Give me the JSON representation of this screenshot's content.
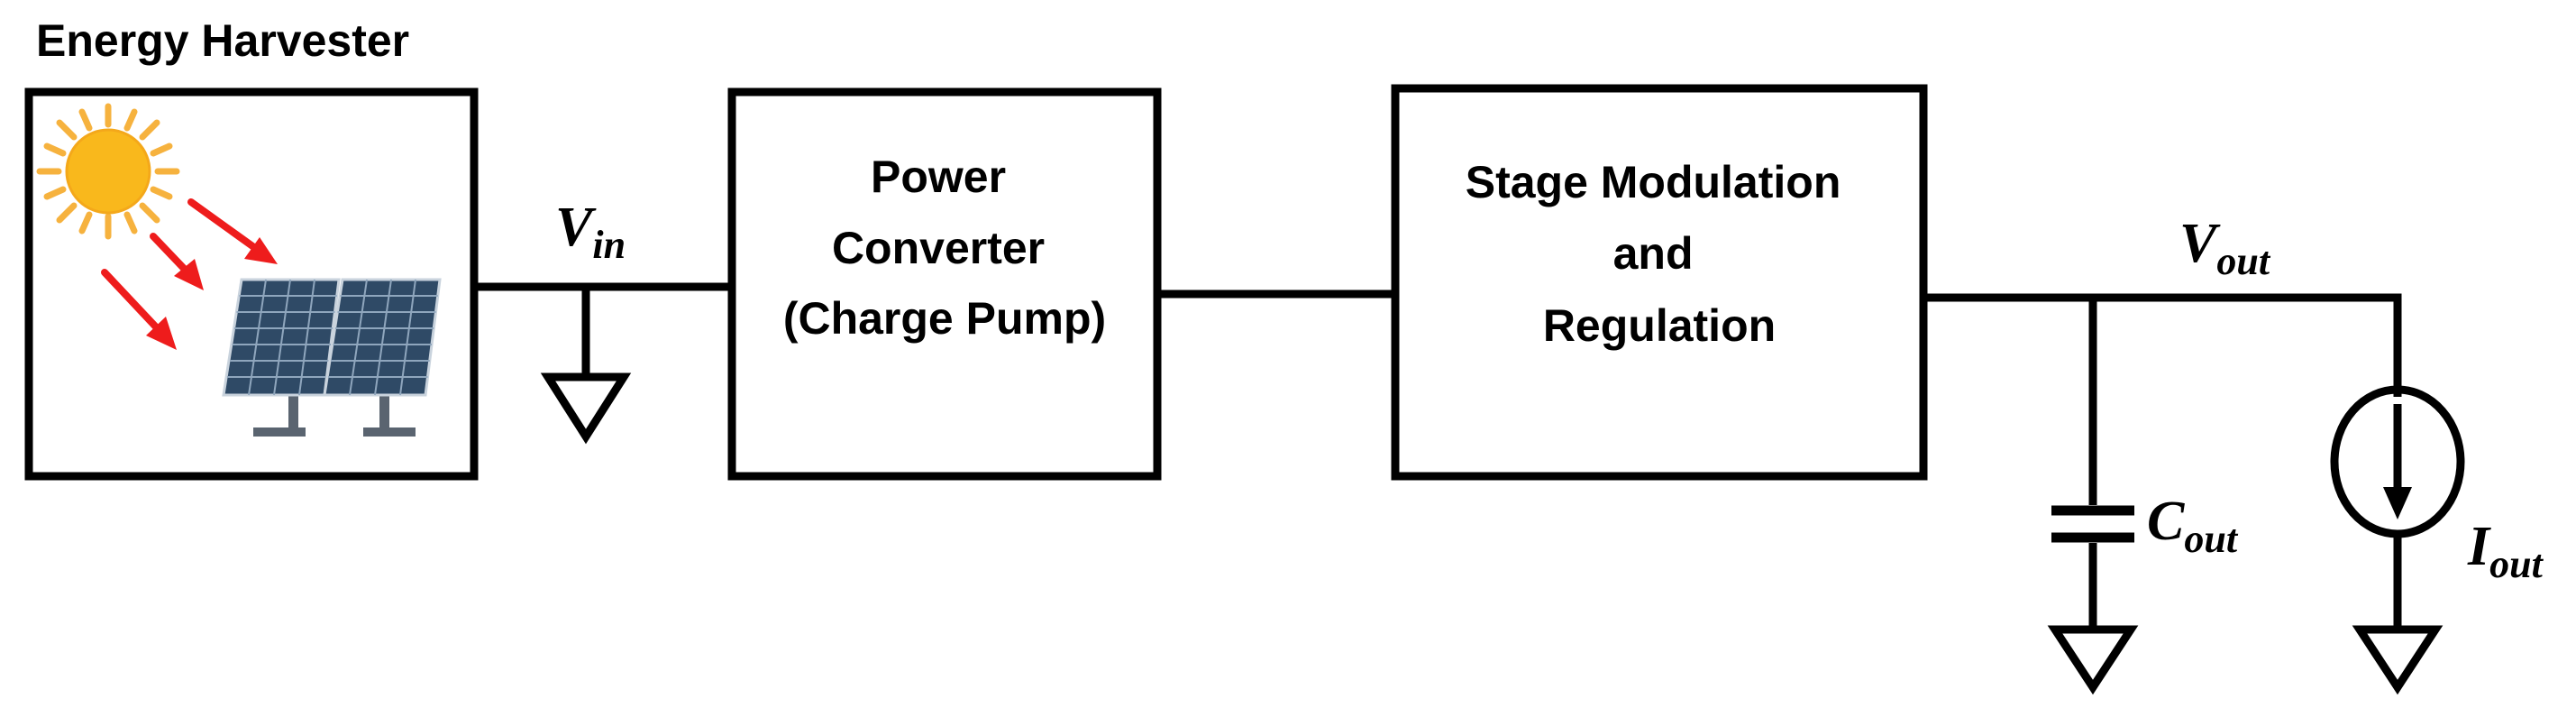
{
  "harvester": {
    "title": "Energy Harvester",
    "icons": [
      "sun-icon",
      "sunlight-arrow-icon",
      "solar-panel-icon"
    ]
  },
  "nodes": {
    "vin": {
      "main": "V",
      "sub": "in"
    },
    "vout": {
      "main": "V",
      "sub": "out"
    },
    "cout": {
      "main": "C",
      "sub": "out"
    },
    "iout": {
      "main": "I",
      "sub": "out"
    }
  },
  "blocks": {
    "power_converter": [
      "Power",
      "Converter",
      "(Charge Pump)"
    ],
    "stage_modulation": [
      "Stage Modulation",
      "and",
      "Regulation"
    ]
  },
  "colors": {
    "line": "#000000",
    "sun": "#f9b81c",
    "sun_rays": "#f6b23e",
    "light_arrows": "#ee1c1c",
    "panel": "#2f4a66",
    "panel_grid": "#8fa6bd",
    "panel_stand": "#5a6470"
  }
}
